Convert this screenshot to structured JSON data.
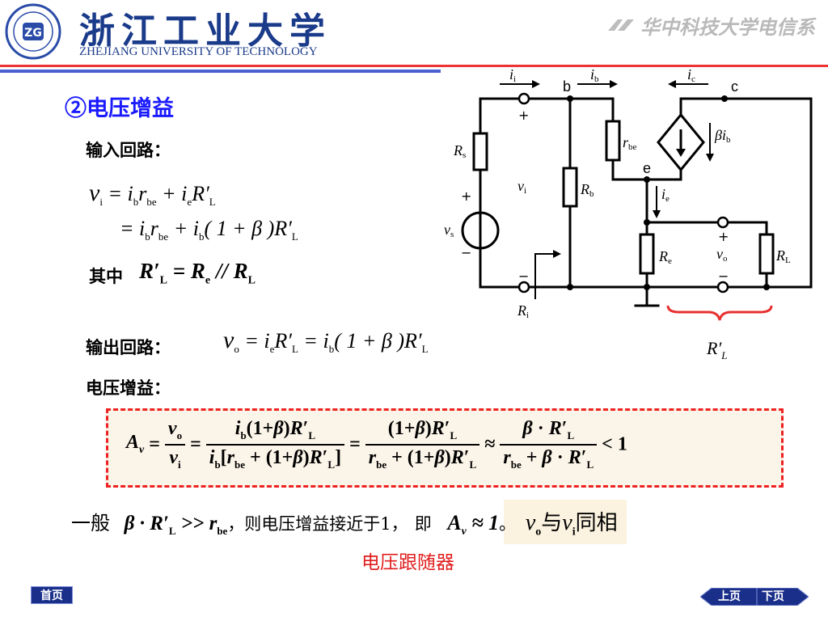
{
  "header": {
    "university_cn": "浙江工业大学",
    "university_en": "ZHEJIANG UNIVERSITY OF TECHNOLOGY",
    "hust_credit": "华中科技大学电信系"
  },
  "content": {
    "heading": "②电压增益",
    "input_loop_label": "输入回路：",
    "where_label": "其中",
    "output_loop_label": "输出回路：",
    "voltage_gain_label": "电压增益：",
    "conclusion_prefix": "一般",
    "conclusion_text": "，则电压增益接近于1，",
    "conclusion_ji": "即",
    "conclusion_same_phase_mid": "与",
    "conclusion_same_phase_end": "同相",
    "follower_label": "电压跟随器"
  },
  "circuit": {
    "labels": {
      "ii": "i",
      "ib": "i",
      "ic": "i",
      "ie": "i",
      "node_b": "b",
      "node_c": "c",
      "node_e": "e",
      "rs": "R",
      "rb": "R",
      "rbe": "r",
      "re": "R",
      "rl": "R",
      "ri": "R",
      "vi": "v",
      "vs": "v",
      "vo": "v",
      "beta_ib": "βi",
      "rl_prime": "R′"
    }
  },
  "nav": {
    "home": "首页",
    "prev": "上页",
    "next": "下页"
  },
  "colors": {
    "heading": "#1a1aff",
    "follower": "#e11d1d",
    "brace": "#e83030",
    "box_border": "#e22222",
    "nav_bg": "#1a2f8a"
  }
}
